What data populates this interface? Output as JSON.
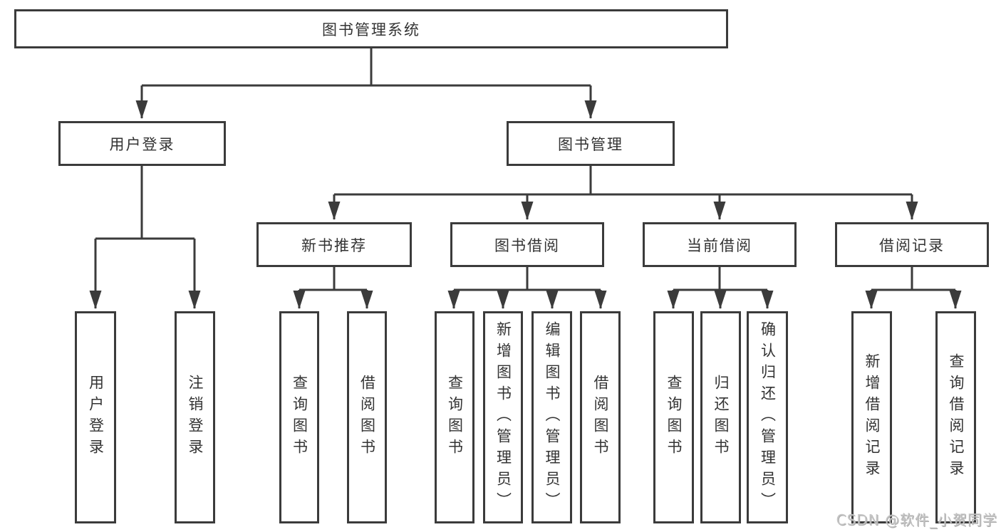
{
  "diagram": {
    "title": "图书管理系统",
    "user_login": {
      "label": "用户登录",
      "children": [
        {
          "label": "用户登录"
        },
        {
          "label": "注销登录"
        }
      ]
    },
    "book_management": {
      "label": "图书管理",
      "sections": [
        {
          "label": "新书推荐",
          "children": [
            {
              "label": "查询图书"
            },
            {
              "label": "借阅图书"
            }
          ]
        },
        {
          "label": "图书借阅",
          "children": [
            {
              "label": "查询图书"
            },
            {
              "label": "新增图书（管理员）"
            },
            {
              "label": "编辑图书（管理员）"
            },
            {
              "label": "借阅图书"
            }
          ]
        },
        {
          "label": "当前借阅",
          "children": [
            {
              "label": "查询图书"
            },
            {
              "label": "归还图书"
            },
            {
              "label": "确认归还（管理员）"
            }
          ]
        },
        {
          "label": "借阅记录",
          "children": [
            {
              "label": "新增借阅记录"
            },
            {
              "label": "查询借阅记录"
            }
          ]
        }
      ]
    }
  },
  "watermark": "CSDN @软件_小贺同学",
  "colors": {
    "line": "#3b3b3b",
    "text": "#333333",
    "watermark": "#c2c2c2",
    "background": "#ffffff"
  }
}
